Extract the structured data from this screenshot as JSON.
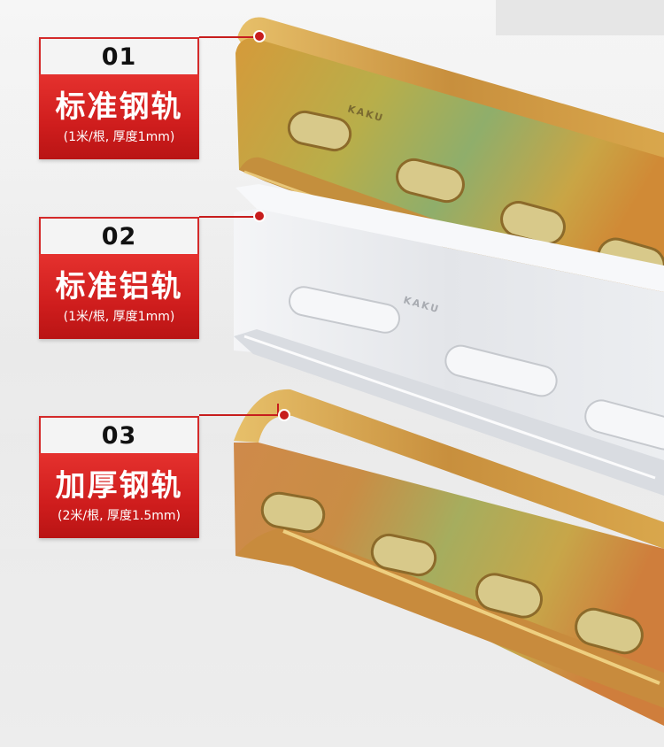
{
  "rails": [
    {
      "number": "01",
      "title": "标准钢轨",
      "spec": "(1米/根, 厚度1mm)"
    },
    {
      "number": "02",
      "title": "标准铝轨",
      "spec": "(1米/根, 厚度1mm)"
    },
    {
      "number": "03",
      "title": "加厚钢轨",
      "spec": "(2米/根, 厚度1.5mm)"
    }
  ],
  "brand_emboss": "KAKU",
  "colors": {
    "accent_red": "#d42a2a",
    "steel_gold": "#c9a23a",
    "steel_green": "#9fae58",
    "aluminum": "#e9ebee"
  }
}
